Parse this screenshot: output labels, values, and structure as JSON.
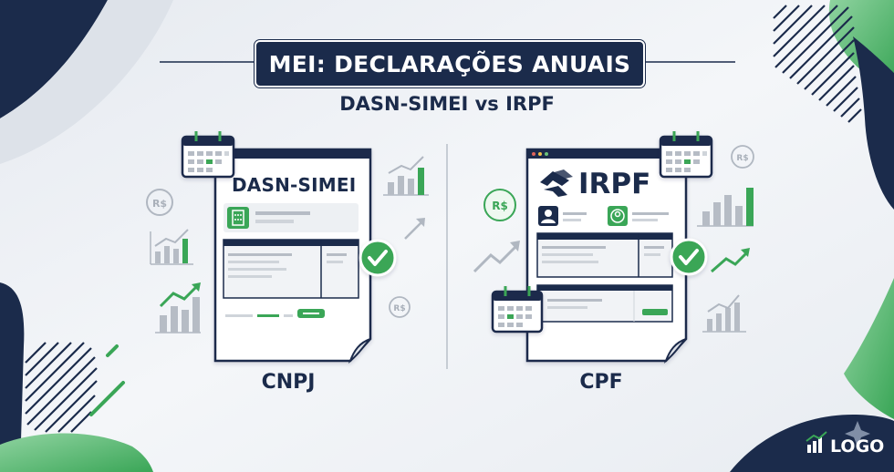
{
  "header": {
    "title": "MEI: DECLARAÇÕES ANUAIS",
    "subtitle": "DASN-SIMEI vs IRPF"
  },
  "left_panel": {
    "document_title": "DASN-SIMEI",
    "caption": "CNPJ"
  },
  "right_panel": {
    "document_title": "IRPF",
    "caption": "CPF"
  },
  "currency_symbol": "R$",
  "logo": {
    "text": "LOGO"
  },
  "colors": {
    "navy": "#1b2b4b",
    "green": "#3aa657",
    "light_green": "#7cc98f",
    "background": "#eef1f5",
    "gray": "#a9b0ba"
  },
  "icons": [
    "calendar-icon",
    "check-icon",
    "building-icon",
    "user-icon",
    "trend-chart-icon",
    "trend-arrow-icon",
    "currency-icon",
    "government-logo-icon",
    "logo-bars-icon",
    "sparkle-icon"
  ]
}
